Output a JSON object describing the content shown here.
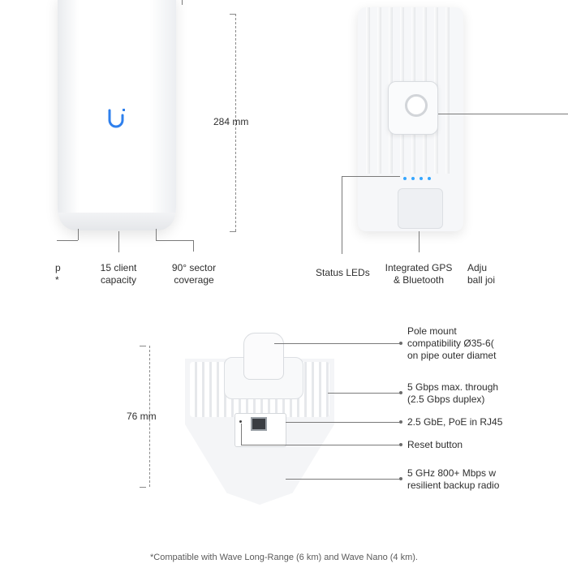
{
  "product_top_left": {
    "height_label": "284 mm",
    "partial_left_label_line1": "p",
    "partial_left_label_line2": "*",
    "client_capacity": [
      "15 client",
      "capacity"
    ],
    "sector_coverage": [
      "90° sector",
      "coverage"
    ]
  },
  "product_top_right": {
    "status_leds": "Status LEDs",
    "gps_bluetooth": [
      "Integrated GPS",
      "& Bluetooth"
    ],
    "ball_joint_partial": [
      "Adju",
      "ball joi"
    ]
  },
  "product_bottom": {
    "height_label": "76 mm",
    "pole_mount": [
      "Pole mount",
      "compatibility Ø35-6(",
      "on pipe outer diamet"
    ],
    "throughput": [
      "5 Gbps max. through",
      "(2.5 Gbps duplex)"
    ],
    "poe": "2.5 GbE, PoE in RJ45",
    "reset": "Reset button",
    "backup_radio": [
      "5 GHz 800+ Mbps w",
      "resilient backup radio"
    ]
  },
  "footnote": "*Compatible with Wave Long-Range (6 km) and Wave Nano (4 km).",
  "colors": {
    "led": "#35a6ff",
    "logo": "#2f80ed"
  }
}
